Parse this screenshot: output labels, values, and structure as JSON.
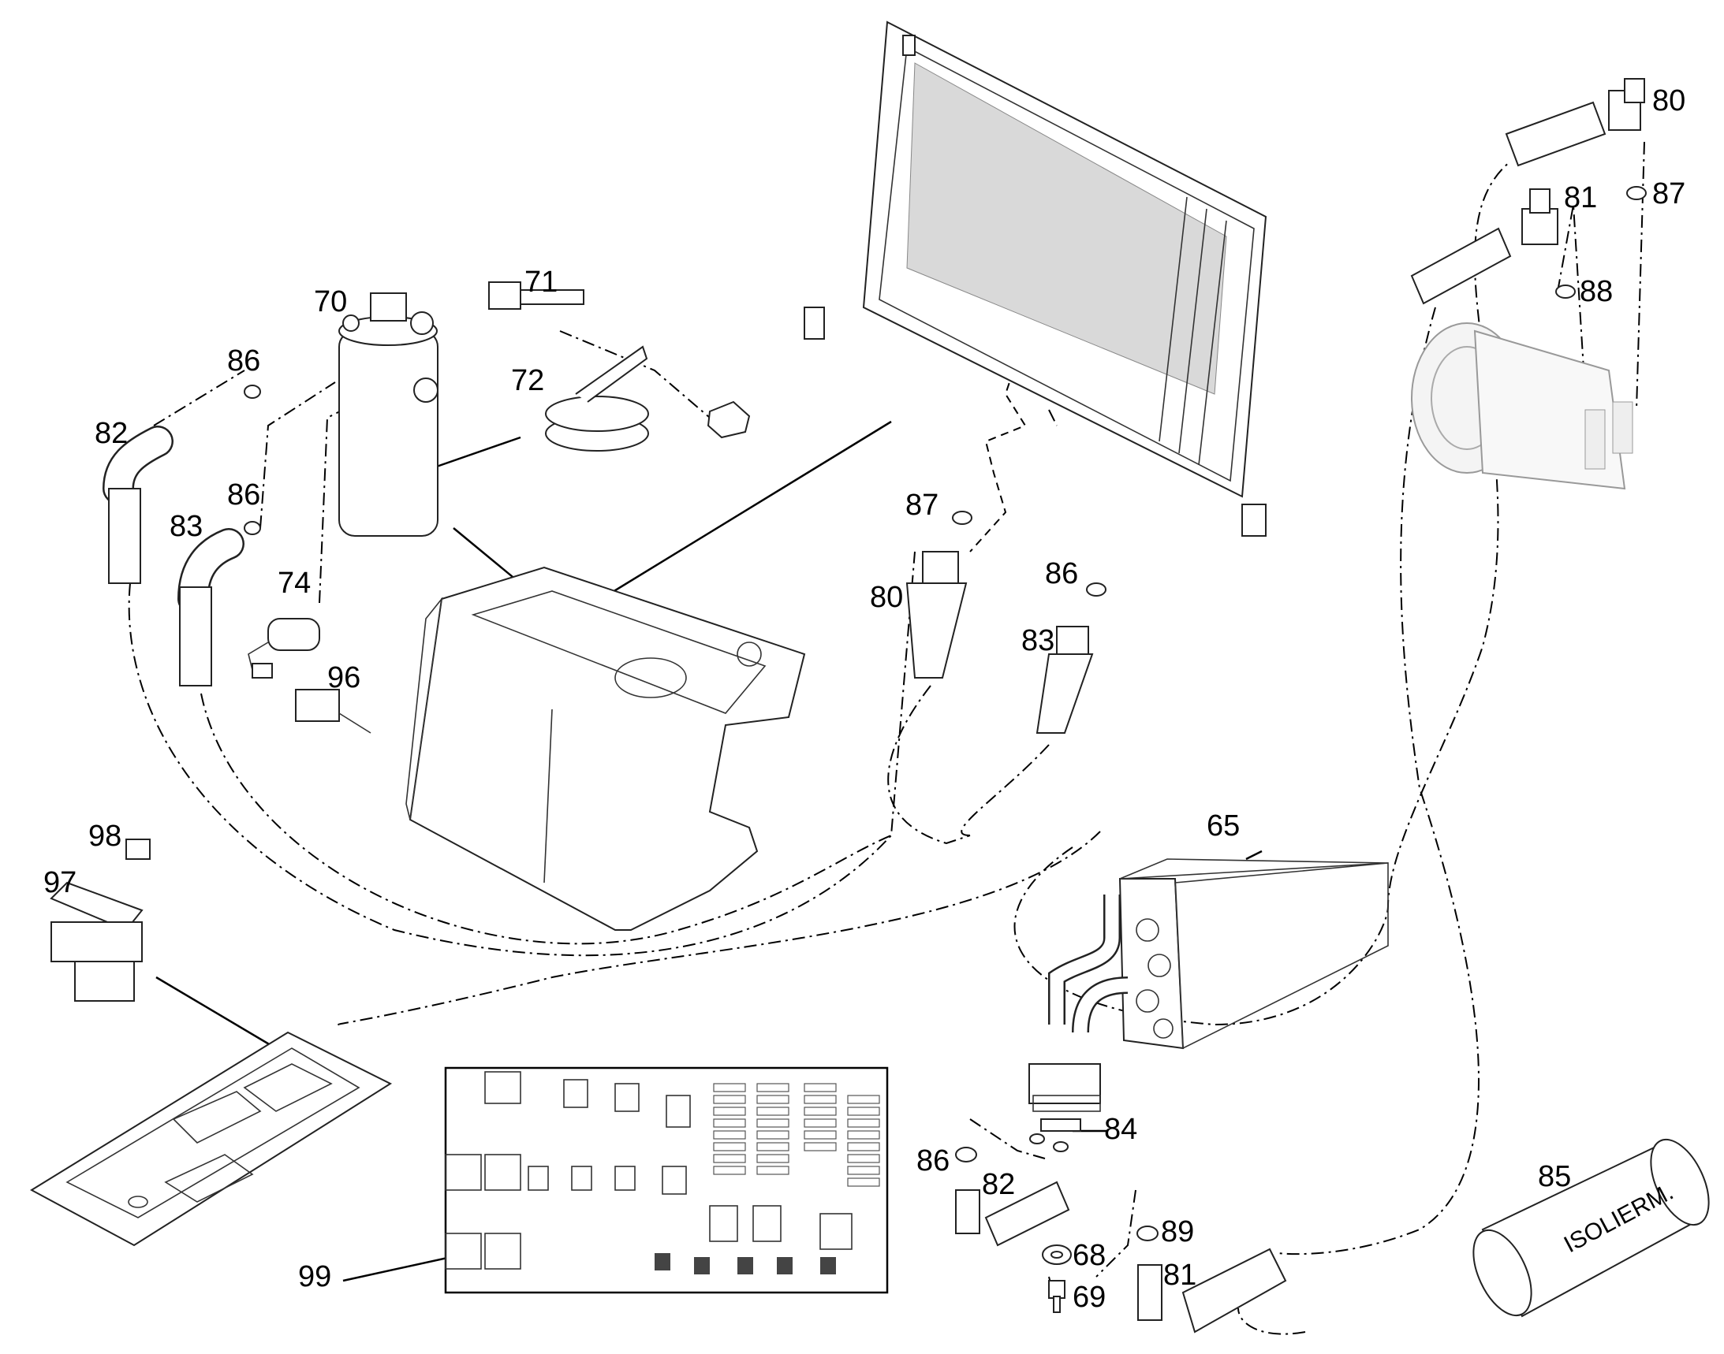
{
  "diagram": {
    "part_labels": [
      "65",
      "68",
      "69",
      "70",
      "71",
      "72",
      "74",
      "80",
      "80",
      "81",
      "81",
      "82",
      "82",
      "83",
      "83",
      "84",
      "85",
      "86",
      "86",
      "86",
      "86",
      "87",
      "87",
      "88",
      "89",
      "96",
      "97",
      "98",
      "99"
    ],
    "hose_print": "ISOLIERM."
  }
}
